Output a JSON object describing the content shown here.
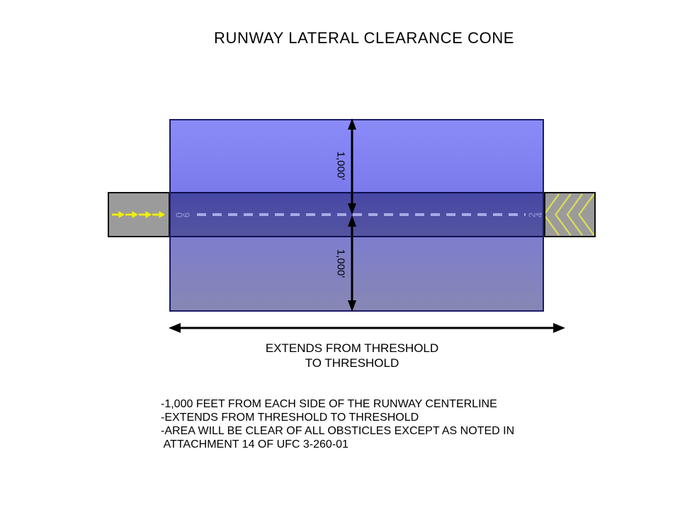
{
  "title": "RUNWAY LATERAL CLEARANCE CONE",
  "diagram": {
    "top_dimension_label": "1,000'",
    "bottom_dimension_label": "1,000'",
    "runway_left_number": "06",
    "runway_right_number": "24",
    "extent_caption_line1": "EXTENDS FROM THRESHOLD",
    "extent_caption_line2": "TO THRESHOLD"
  },
  "notes": {
    "lines": [
      "-1,000 FEET FROM EACH SIDE OF THE RUNWAY CENTERLINE",
      "-EXTENDS FROM THRESHOLD TO THRESHOLD",
      "-AREA WILL BE CLEAR OF ALL OBSTICLES EXCEPT AS NOTED IN",
      " ATTACHMENT 14 OF UFC 3-260-01"
    ]
  },
  "icons": {
    "left_stub": "runway-threshold-arrows-icon",
    "right_stub": "runway-chevron-markings-icon",
    "vertical_dimension": "double-headed-vertical-arrow-icon",
    "horizontal_dimension": "double-headed-horizontal-arrow-icon"
  },
  "colors": {
    "zone_blue": "#7a7aec",
    "zone_gray_blue": "#8787b4",
    "overlap_indigo": "#4a4aa4",
    "runway_gray": "#9b9b9b",
    "marking_yellow": "#f0f000",
    "chevron_yellow": "#dcdc55",
    "centerline_lavender": "#a9a9e6",
    "text_black": "#000000"
  }
}
